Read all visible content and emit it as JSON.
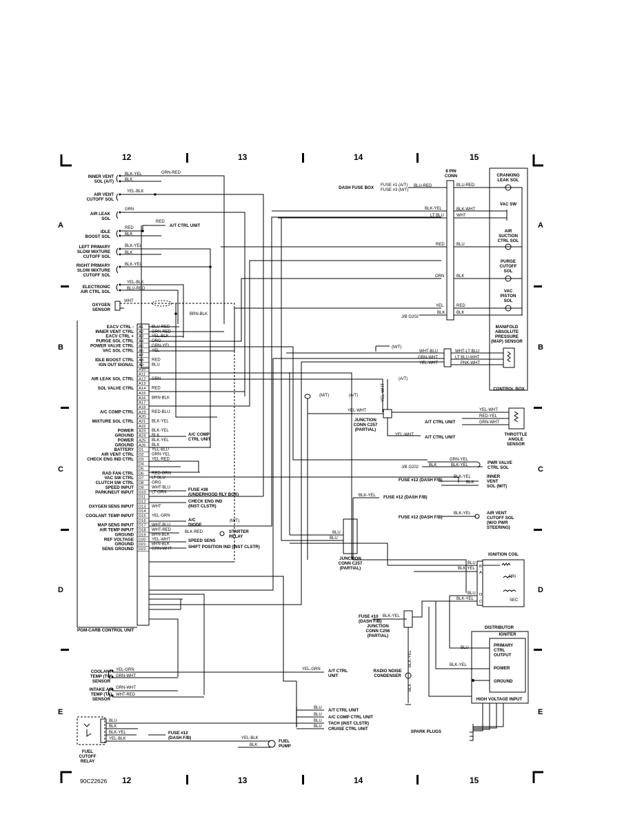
{
  "grid": {
    "columns": [
      "12",
      "13",
      "14",
      "15"
    ],
    "rows": [
      "A",
      "B",
      "C",
      "D",
      "E"
    ]
  },
  "drawing_id": "90C22626",
  "left_components": [
    {
      "label": [
        "INNER VENT",
        "SOL (A/T)"
      ],
      "wires": [
        "BLK-YEL",
        "BLK"
      ]
    },
    {
      "label": [
        "AIR VENT",
        "CUTOFF SOL"
      ],
      "wires": [
        "YEL-BLK"
      ]
    },
    {
      "label": [
        "AIR LEAK",
        "SOL"
      ],
      "wires": [
        "GRN"
      ]
    },
    {
      "label": [
        "IDLE",
        "BOOST SOL"
      ],
      "wires": [
        "RED",
        "BLK"
      ]
    },
    {
      "label": [
        "LEFT PRIMARY",
        "SLOW MIXTURE",
        "CUTOFF SOL"
      ],
      "wires": [
        "BLK-YEL",
        "BLK"
      ]
    },
    {
      "label": [
        "RIGHT PRIMARY",
        "SLOW MIXTURE",
        "CUTOFF SOL"
      ],
      "wires": [
        "BLK-YEL"
      ]
    },
    {
      "label": [
        "ELECTRONIC",
        "AIR CTRL SOL"
      ],
      "wires": [
        "YEL-BLK",
        "BLU-RED"
      ]
    },
    {
      "label": [
        "OXYGEN",
        "SENSOR"
      ],
      "wires": [
        "WHT"
      ]
    }
  ],
  "top_wires": {
    "grn_red": "GRN-RED",
    "red_atctrl": "RED",
    "at_ctrl_unit": "A/T CTRL UNIT",
    "brn_blk": "BRN-BLK"
  },
  "ecu": {
    "name": "PGM-CARB CONTROL UNIT",
    "pins": [
      {
        "pin": "A1",
        "label": "EACV CTRL -",
        "wire": "BLU-RED"
      },
      {
        "pin": "A2",
        "label": "INNER VENT CTRL",
        "wire": "GRN-RED"
      },
      {
        "pin": "A3",
        "label": "EACV CTRL +",
        "wire": "YEL-BLK"
      },
      {
        "pin": "A4",
        "label": "PURGE SOL CTRL",
        "wire": "ORG"
      },
      {
        "pin": "A5",
        "label": "POWER VALVE CTRL",
        "wire": "GRN-YEL"
      },
      {
        "pin": "A6",
        "label": "VAC SOL CTRL",
        "wire": "YEL"
      },
      {
        "pin": "A7",
        "label": "",
        "wire": ""
      },
      {
        "pin": "A8",
        "label": "IDLE BOOST CTRL",
        "wire": "RED"
      },
      {
        "pin": "A9",
        "label": "IGN OUT SIGNAL",
        "wire": "BLU"
      },
      {
        "pin": "A10",
        "label": "",
        "wire": ""
      },
      {
        "pin": "A11",
        "label": "",
        "wire": ""
      },
      {
        "pin": "A12",
        "label": "AIR LEAK SOL CTRL",
        "wire": "GRN"
      },
      {
        "pin": "A13",
        "label": "",
        "wire": ""
      },
      {
        "pin": "A14",
        "label": "SOL VALVE CTRL",
        "wire": "RED"
      },
      {
        "pin": "A15",
        "label": "",
        "wire": ""
      },
      {
        "pin": "A16",
        "label": "",
        "wire": "BRN-BLK"
      },
      {
        "pin": "A17",
        "label": "",
        "wire": ""
      },
      {
        "pin": "A18",
        "label": "",
        "wire": ""
      },
      {
        "pin": "A19",
        "label": "A/C COMP CTRL",
        "wire": "RED-BLU"
      },
      {
        "pin": "A20",
        "label": "",
        "wire": ""
      },
      {
        "pin": "A21",
        "label": "MIXTURE SOL CTRL",
        "wire": "BLK-YEL"
      },
      {
        "pin": "A22",
        "label": "",
        "wire": ""
      },
      {
        "pin": "A23",
        "label": "POWER",
        "wire": "BLK-YEL"
      },
      {
        "pin": "A24",
        "label": "GROUND",
        "wire": "BLK"
      },
      {
        "pin": "A25",
        "label": "POWER",
        "wire": "BLK-YEL"
      },
      {
        "pin": "A26",
        "label": "GROUND",
        "wire": "BLK"
      },
      {
        "pin": "D1",
        "label": "BATTERY",
        "wire": "YEL-BLU"
      },
      {
        "pin": "D2",
        "label": "AIR VENT CTRL",
        "wire": "GRN-YEL"
      },
      {
        "pin": "D3",
        "label": "CHECK ENG IND CTRL",
        "wire": "YEL-RED"
      },
      {
        "pin": "D4",
        "label": "",
        "wire": ""
      },
      {
        "pin": "D5",
        "label": "",
        "wire": ""
      },
      {
        "pin": "D6",
        "label": "RAD FAN CTRL",
        "wire": "RED-GRN"
      },
      {
        "pin": "D7",
        "label": "VAC SW CTRL",
        "wire": "LT BLU"
      },
      {
        "pin": "D8",
        "label": "CLUTCH SW CTRL",
        "wire": "ORG"
      },
      {
        "pin": "D9",
        "label": "SPEED INPUT",
        "wire": "WHT-BLU"
      },
      {
        "pin": "D10",
        "label": "PARK/NEUT INPUT",
        "wire": "LT GRN"
      },
      {
        "pin": "D11",
        "label": "",
        "wire": ""
      },
      {
        "pin": "D12",
        "label": "",
        "wire": ""
      },
      {
        "pin": "D13",
        "label": "OXYGEN SENS INPUT",
        "wire": "WHT"
      },
      {
        "pin": "D14",
        "label": "",
        "wire": ""
      },
      {
        "pin": "D15",
        "label": "COOLANT TEMP INPUT",
        "wire": "YEL-GRN"
      },
      {
        "pin": "D16",
        "label": "",
        "wire": ""
      },
      {
        "pin": "D17",
        "label": "MAP SENS INPUT",
        "wire": "WHT-BLU"
      },
      {
        "pin": "D18",
        "label": "AIR TEMP INPUT",
        "wire": "WHT-RED"
      },
      {
        "pin": "D19",
        "label": "GROUND",
        "wire": "BRN-BLK"
      },
      {
        "pin": "D20",
        "label": "REF VOLTAGE",
        "wire": "YEL-WHT"
      },
      {
        "pin": "D21",
        "label": "GROUND",
        "wire": "BRN-BLK"
      },
      {
        "pin": "D22",
        "label": "SENS GROUND",
        "wire": "GRN-WHT"
      }
    ]
  },
  "ecu_targets": {
    "ac_comp": [
      "A/C COMP",
      "CTRL UNIT"
    ],
    "fuse38": [
      "FUSE #38",
      "(UNDERHOOD RLY BOX)"
    ],
    "check_eng": [
      "CHECK ENG IND",
      "(INST CLSTR)"
    ],
    "ac_diode": [
      "A/C",
      "DIODE"
    ],
    "mt": "(M/T)",
    "starter_relay": [
      "STARTER",
      "RELAY"
    ],
    "brk_red": "BLK-RED",
    "speed_sens": "SPEED SENS",
    "shift_pos": "SHIFT POSITION IND (INST CLSTR)"
  },
  "pin8_conn": {
    "title": [
      "8 PIN",
      "CONN"
    ]
  },
  "dash_fuse": {
    "label": "DASH FUSE BOX",
    "fuses": [
      "FUSE #1 (A/T)",
      "FUSE #3 (M/T)"
    ],
    "wire": "BLU-RED"
  },
  "control_box": {
    "name": "CONTROL BOX",
    "items": [
      {
        "label": [
          "CRANKING",
          "LEAK SOL"
        ],
        "wire_in": "BLU-RED",
        "wire_out": "BLU-RED"
      },
      {
        "label": [
          "VAC SW"
        ],
        "wire_in": "BLK-YEL",
        "wire_out": "BLK-WHT"
      },
      {
        "label": [],
        "wire_in": "LT BLU",
        "wire_out": "WHT"
      },
      {
        "label": [
          "AIR",
          "SUCTION",
          "CTRL SOL"
        ],
        "wire_in": "RED",
        "wire_out": "BLU"
      },
      {
        "label": [
          "PURGE",
          "CUTOFF",
          "SOL"
        ],
        "wire_in": "ORN",
        "wire_out": "BLK"
      },
      {
        "label": [
          "VAC",
          "PISTON",
          "SOL"
        ],
        "wire_in": "YEL",
        "wire_out": "RED"
      },
      {
        "label": [],
        "wire_in": "BLK",
        "wire_out": "BLK"
      }
    ],
    "jb": "J/B G202",
    "map_sensor": [
      "MANIFOLD",
      "ABSOLUTE",
      "PRESSURE",
      "(MAP) SENSOR"
    ],
    "map_wires": [
      {
        "in": "WHT-BLU",
        "out": "WHT-LT BLU"
      },
      {
        "in": "GRN-WHT",
        "out": "LT BLU-WHT"
      },
      {
        "in": "YEL-WHT",
        "out": "PNK-WHT"
      }
    ]
  },
  "junction_c257": {
    "label": [
      "JUNCTION",
      "CONN C257",
      "(PARTIAL)"
    ],
    "mt": "(M/T)",
    "at": "(A/T)",
    "wire": "YEL-WHT",
    "at_ctrl": "A/T CTRL UNIT"
  },
  "throttle": {
    "label": [
      "THROTTLE",
      "ANGLE",
      "SENSOR"
    ],
    "wires": [
      "YEL-WHT",
      "RED-YEL",
      "GRN-WHT"
    ],
    "at_ctrl": "A/T CTRL UNIT"
  },
  "pwr_valve": {
    "label": [
      "PWR VALVE",
      "CTRL SOL"
    ],
    "wire_in": "BLK",
    "wire_out": "BLK-YEL",
    "top": "GRN-YEL",
    "jb": "J/B G202"
  },
  "inner_vent_mt": {
    "fuse": "FUSE #12 (DASH F/B)",
    "wires": [
      "BLK-YEL",
      "BLK"
    ],
    "label": [
      "INNER",
      "VENT",
      "SOL (M/T)"
    ]
  },
  "air_vent_cutoff": {
    "fuse": "FUSE #12 (DASH F/B)",
    "wire": "BLK-YEL",
    "label": [
      "AIR VENT",
      "CUTOFF SOL",
      "(W/O PWR",
      "STEERING)"
    ]
  },
  "junction_c257b": {
    "label": [
      "JUNCTION",
      "CONN C257",
      "(PARTIAL)"
    ],
    "wire_top": "BLK-YEL",
    "fuse": "FUSE #12 (DASH F/B)",
    "wires": [
      "BLU",
      "BLU"
    ]
  },
  "ignition_coil": {
    "name": "IGNITION COIL",
    "pins": [
      "B",
      "A",
      "D",
      "C"
    ],
    "wires": [
      "BLU",
      "BLK-YEL",
      "BLU",
      "BLK-YEL"
    ],
    "pri": "PRI",
    "sec": "SEC"
  },
  "junction_c256": {
    "label": [
      "JUNCTION",
      "CONN C256",
      "(PARTIAL)"
    ],
    "fuse": [
      "FUSE #10",
      "(DASH F/B)"
    ],
    "wire": "BLK-YEL",
    "down": "BLK-YEL"
  },
  "radio_cond": {
    "label": [
      "RADIO NOISE",
      "CONDENSER"
    ],
    "wire": "BLK"
  },
  "distributor": {
    "name": "DISTRIBUTOR",
    "igniter": "IGNITER",
    "items": [
      [
        "PRIMARY",
        "CTRL",
        "OUTPUT"
      ],
      [
        "POWER"
      ],
      [
        "GROUND"
      ]
    ],
    "wires": [
      "BLU",
      "BLK-YEL"
    ],
    "hv": "HIGH VOLTAGE INPUT",
    "plugs": "SPARK PLUGS"
  },
  "coolant_sensor": {
    "label": [
      "COOLANT",
      "TEMP (TW)",
      "SENSOR"
    ],
    "wires": [
      "YEL-GRN",
      "GRN-WHT"
    ],
    "to_wire": "YEL-GRN",
    "to": [
      "A/T CTRL",
      "UNIT"
    ]
  },
  "intake_sensor": {
    "label": [
      "INTAKE AIR",
      "TEMP (TA)",
      "SENSOR"
    ],
    "wires": [
      "GRN-WHT",
      "WHT-RED"
    ]
  },
  "blu_bus": {
    "wires": [
      "BLU",
      "BLU",
      "BLU",
      "BLU"
    ],
    "targets": [
      "A/T CTRL UNIT",
      "A/C COMP CTRL UNIT",
      "TACH (INST CLSTR)",
      "CRUISE CTRL UNIT"
    ]
  },
  "fuel_relay": {
    "label": [
      "FUEL",
      "CUTOFF",
      "RELAY"
    ],
    "wires": [
      "BLU",
      "BLK",
      "BLK-YEL",
      "YEL-BLK"
    ],
    "fuse": [
      "FUSE #12",
      "(DASH F/B)"
    ],
    "pump_wires": [
      "YEL-BLK",
      "BLK"
    ],
    "pump": [
      "FUEL",
      "PUMP"
    ]
  }
}
